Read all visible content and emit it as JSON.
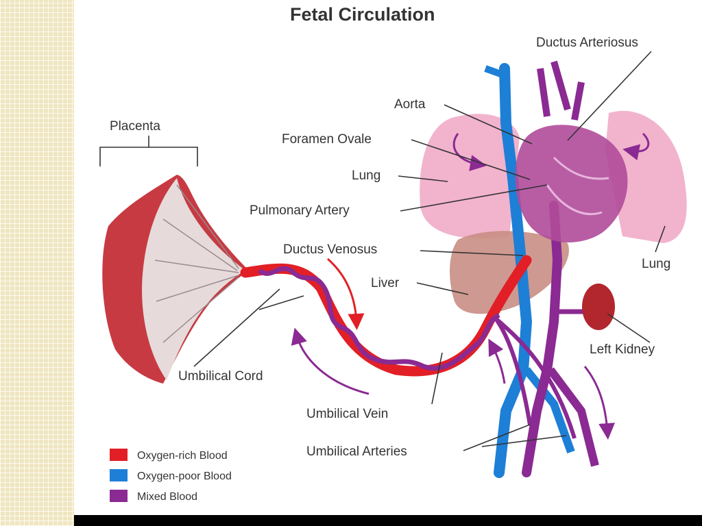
{
  "title": "Fetal Circulation",
  "labels": {
    "ductus_arteriosus": "Ductus Arteriosus",
    "aorta": "Aorta",
    "foramen_ovale": "Foramen Ovale",
    "lung_left": "Lung",
    "pulmonary_artery": "Pulmonary Artery",
    "ductus_venosus": "Ductus Venosus",
    "liver": "Liver",
    "lung_right": "Lung",
    "left_kidney": "Left Kidney",
    "placenta": "Placenta",
    "umbilical_cord": "Umbilical Cord",
    "umbilical_vein": "Umbilical Vein",
    "umbilical_arteries": "Umbilical Arteries"
  },
  "legend": [
    {
      "label": "Oxygen-rich Blood",
      "color": "#e21f26"
    },
    {
      "label": "Oxygen-poor Blood",
      "color": "#1e7fd6"
    },
    {
      "label": "Mixed Blood",
      "color": "#8a2a92"
    }
  ],
  "colors": {
    "lung": "#f0a6c4",
    "heart": "#b04b9a",
    "liver": "#c98e84",
    "kidney": "#b2262e",
    "placenta": "#c73a42"
  }
}
